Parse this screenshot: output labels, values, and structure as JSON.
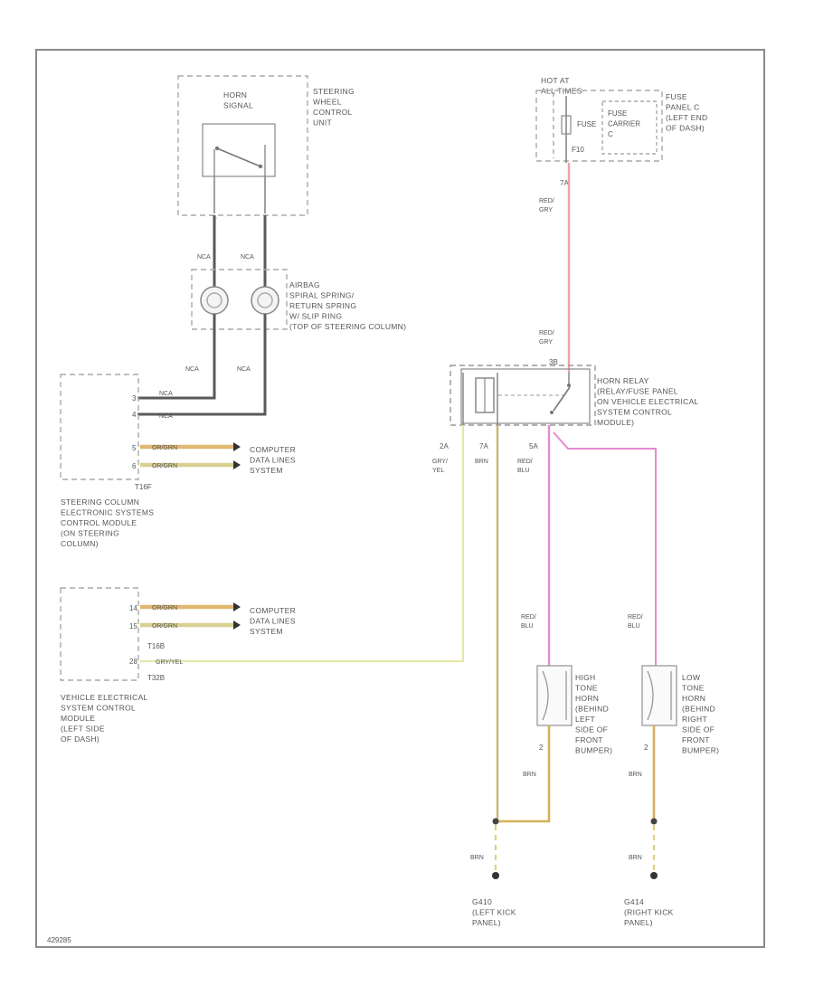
{
  "components": {
    "horn_signal": "HORN\nSIGNAL",
    "steering_wheel_unit": "STEERING\nWHEEL\nCONTROL\nUNIT",
    "airbag_spiral": "AIRBAG\nSPIRAL SPRING/\nRETURN SPRING\nW/ SLIP RING\n(TOP OF STEERING COLUMN)",
    "hot_at_all_times": "HOT AT\nALL TIMES",
    "fuse": "FUSE\nCARRIER\nC",
    "fuse_label": "FUSE",
    "fuse_id": "F10",
    "fuse_panel": "FUSE\nPANEL C\n(LEFT END\nOF DASH)",
    "horn_relay": "HORN RELAY\n(RELAY/FUSE PANEL\nON VEHICLE ELECTRICAL\nSYSTEM CONTROL\nMODULE)",
    "steering_column_module": "STEERING COLUMN\nELECTRONIC SYSTEMS\nCONTROL MODULE\n(ON STEERING\nCOLUMN)",
    "vehicle_electrical_module": "VEHICLE ELECTRICAL\nSYSTEM CONTROL\nMODULE\n(LEFT SIDE\nOF DASH)",
    "computer_data_lines_1": "COMPUTER\nDATA LINES\nSYSTEM",
    "computer_data_lines_2": "COMPUTER\nDATA LINES\nSYSTEM",
    "high_tone_horn": "HIGH\nTONE\nHORN\n(BEHIND\nLEFT\nSIDE OF\nFRONT\nBUMPER)",
    "low_tone_horn": "LOW\nTONE\nHORN\n(BEHIND\nRIGHT\nSIDE OF\nFRONT\nBUMPER)",
    "ground_left": "G410\n(LEFT KICK\nPANEL)",
    "ground_right": "G414\n(RIGHT KICK\nPANEL)"
  },
  "connectors": {
    "t16": "T16F",
    "t16b": "T16B",
    "t32b": "T32B"
  },
  "wire_labels": {
    "nca1": "NCA",
    "nca2": "NCA",
    "nca3": "NCA",
    "nca4": "NCA",
    "red_gry_top": "RED/\nGRY",
    "red_gry_mid": "RED/\nGRY",
    "gry_yel": "GRY/\nYEL",
    "brn_relay": "BRN",
    "red_blu_relay": "RED/\nBLU",
    "red_blu_left": "RED/\nBLU",
    "red_blu_right": "RED/\nBLU",
    "brn_left": "BRN",
    "brn_right": "BRN",
    "brn_g1": "BRN",
    "brn_g2": "BRN",
    "or_grn_1": "OR/GRN",
    "or_grn_2": "OR/GRN",
    "or_grn_3": "OR/GRN",
    "or_grn_4": "OR/GRN",
    "gry_yel_t32": "GRY/YEL",
    "nca_t16_1": "NCA",
    "nca_t16_2": "NCA"
  },
  "pins": {
    "p_fuse_top": "7A",
    "p_relay_top": "3B",
    "p_relay_2": "2A",
    "p_relay_1": "7A",
    "p_relay_5": "5A",
    "p_horn_l": "2",
    "p_horn_r": "2",
    "p_t16_1": "3",
    "p_t16_2": "4",
    "p_t16_3": "5",
    "p_t16_4": "6",
    "p_t16b_1": "14",
    "p_t16b_2": "15",
    "p_t32b": "28"
  },
  "footer_code": "429285",
  "colors": {
    "red_gry": "#f2a0a8",
    "red_blu": "#e58ad0",
    "brn": "#d4b058",
    "gry_yel": "#e3e8a8"
  }
}
